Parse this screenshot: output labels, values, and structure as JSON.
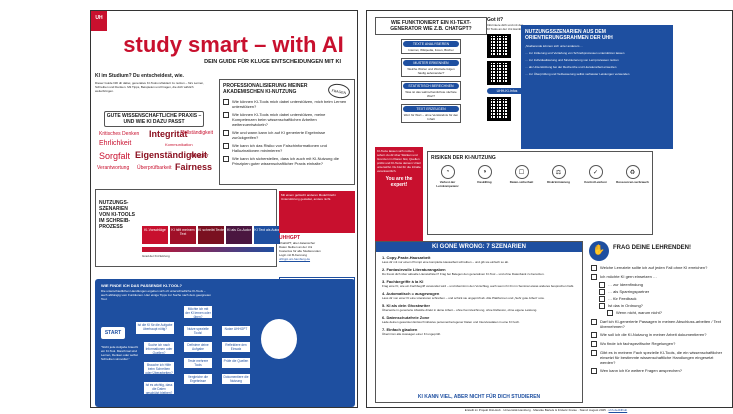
{
  "header": {
    "logo": "UH",
    "title": "study smart – with AI",
    "subtitle": "DEIN GUIDE FÜR KLUGE ENTSCHEIDUNGEN MIT KI"
  },
  "intro": {
    "heading": "KI im Studium? Du entscheidest, wie.",
    "text": "Dieser Guide hilft dir dabei, generative KI-Tools reflektiert zu nutzen – fürs Lernen, Schreiben und Denken. Mit Tipps, Beispielen und Fragen, die dich wirklich weiterbringen."
  },
  "practice": {
    "heading": "GUTE WISSENSCHAFTLICHE PRAXIS – UND WIE KI DAZU PASST",
    "words": [
      "Kritisches Denken",
      "Integrität",
      "Vollständigkeit",
      "Ehrlichkeit",
      "Kommunikation",
      "Sorgfalt",
      "Eigenständigkeit",
      "Neugier",
      "Verantwortung",
      "Überprüfbarkeit",
      "Fairness"
    ]
  },
  "selfcheck": {
    "heading": "PROFESSIONALISIERUNG MEINER AKADEMISCHEN KI-NUTZUNG",
    "badge": "FRAGEN",
    "items": [
      "Wie können KI-Tools mich dabei unterstützen, mich beim Lernen unterstützen?",
      "Wie können KI-Tools mich dabei unterstützen, meine Kompetenzen beim wissenschaftlichen Arbeiten weiterzuentwickeln?",
      "Wie und wann kann ich auf KI generierte Ergebnisse zurückgreifen?",
      "Wie kann ich das Risiko von Falschinformationen und Halluzinationen minimieren?",
      "Wie kann ich sicherstellen, dass ich auch mit KI-Nutzung die Prinzipien guter wissenschaftlicher Praxis einhalte?"
    ]
  },
  "process": {
    "heading": "NUTZUNGS-SZENARIEN VON KI-TOOLS IM SCHREIB-PROZESS",
    "steps": [
      "KI-Vorschläge",
      "KI hilft meinem Text",
      "KI schreibt Texte",
      "KI als Co-Autor",
      "KI Text als Autor"
    ],
    "arrow": "Grad der KI-Nutzung"
  },
  "howto": {
    "heading": "WIE FUNKTIONIERT EIN KI-TEXT-GENERATOR WIE Z.B. CHATGPT?",
    "steps": [
      {
        "title": "TEXTE ANALYSIEREN",
        "text": "Internet, Wikipedia, Foren, Bücher"
      },
      {
        "title": "MUSTER ERKENNEN",
        "text": "Welche Wörter und Wortteile folgen häufig aufeinander?"
      },
      {
        "title": "STATISTISCH BERECHNEN",
        "text": "Was ist das wahrscheinlichste nächste Wort?"
      },
      {
        "title": "TEXT ERZEUGEN",
        "text": "Wort für Wort – ohne Verständnis für den Inhalt"
      }
    ],
    "got_it": "Got it?",
    "got_it_text": "Informiere dich und mit den KI Tools an der Uni Hamburg!",
    "qr_label": "UHH-KI-Infos"
  },
  "warning_note": {
    "text": "KI-Texte lassen sich nutzen, sofern du dir über Stärken und Grenzen im Klaren bist, Quellen prüfst und KI-Texte deinem Urteil unterwirfst. Du bist für die Inhalte verantwortlich.",
    "emph": "You are the expert!"
  },
  "risks": {
    "heading": "RISIKEN DER KI-NUTZUNG",
    "items": [
      {
        "icon": "◔",
        "name": "Verlust der Lernkompetenz"
      },
      {
        "icon": "◑",
        "name": "Deskilling"
      },
      {
        "icon": "☐",
        "name": "Daten-sicherheit"
      },
      {
        "icon": "⚖",
        "name": "Diskriminierung"
      },
      {
        "icon": "✓",
        "name": "Kontroll-verlust"
      },
      {
        "icon": "♻",
        "name": "Ressourcen-verbrauch"
      }
    ]
  },
  "usecases": {
    "heading": "NUTZUNGSSZENARIEN AUS DEM ORIENTIERUNGSRAHMEN DER UHH",
    "items": [
      "„Studierende können sich unter anderem …",
      "… zur Initiierung und Vertiefung von Schreibprozessen unterstützen lassen",
      "… zur Individualisierung und Strukturierung von Lernprozessen nutzen",
      "… als Unterstützung bei der Recherche und Literaturarbeit einsetzen",
      "… zur Überprüfung und Verbesserung selbst verfasster Leistungen verwenden"
    ],
    "more": "Mit einem gelöscht anderen Modell bleibt Unterstützung gestattet, andere nicht."
  },
  "legal": {
    "heading": "UHHGPT",
    "items": [
      "ChatGPT, aber datensicher",
      "Daten bleiben an der Uni",
      "Kostenlos für alle Studierenden",
      "Login mit B-Kennung"
    ],
    "link": "uhhgpt.uni-hamburg.de"
  },
  "tools_box": {
    "heading": "KI-Tools",
    "text": "Prüfe, welches Tool für dich passt."
  },
  "finder": {
    "heading": "WIE FINDE ICH DAS PASSENDE KI-TOOL?",
    "intro": "Die unterschiedlichen Handlungen ergeben sich oft unterschiedliche KI-Tools – auch abhängig vom Funktionen. Hier einige Tipps zur Suche nach dem geeigneten Tool.",
    "start": "START",
    "quote": "\"Nicht jede Aufgabe braucht ein KI-Tool. Manchmal sind Lernen, Denken oder selbst Schreiben sinnvoller.\"",
    "nodes": [
      "Ist die KI für die Aufgabe überhaupt nötig?",
      "Suche ich nach Informationen oder Quellen?",
      "Brauche ich Hilfe beim Schreiben oder Überarbeiten?",
      "Ist es wichtig, dass die Daten geschützt bleiben?",
      "Möchte ich mit der KI lernen oder üben?",
      "Nutze spezielle Tools!",
      "Definiere deine Aufgabe",
      "Teste mehrere Tools",
      "Vergleiche die Ergebnisse",
      "Nutze UHHGPT",
      "Reflektiere den Einsatz",
      "Prüfe die Quellen",
      "Dokumentiere die Nutzung"
    ]
  },
  "scenarios": {
    "heading": "KI GONE WRONG: 7 SZENARIEN",
    "items": [
      {
        "t": "1. Copy-Paste-Hausarbeit",
        "d": "Lass dir mit nur einem Prompt eine komplette Hausarbeit schreiben – und gib sie einfach so ab."
      },
      {
        "t": "2. Fantasievolle Literaturangaben",
        "d": "Du freust dich über aktuelle Literaturlisten? Frag bei Belegen den generativen KI-Tool – und ohne Datenbank zu benutzen."
      },
      {
        "t": "3. Fachbegriffe à la KI",
        "d": "Frag eine KI, wie ein Fachbegriff verwendet wird – und übernimm den Vorschlag, auch wenn ihr ihn im Seminar etwas anderes besprochen habt."
      },
      {
        "t": "4. Automatisch = ausgewogen",
        "d": "Lass dir von einer KI eine Literaturen schreiben – und schick sie ungeprüft ab. Alle Plattformen und „Sehr gute Arbeit“ usw."
      },
      {
        "t": "5. KI als dein Ghostwriter",
        "d": "Übersetze in generierte Absätze direkt in deine Arbeit – ohne Kennzeichnung, ohne Reflexion, ohne eigene Leistung."
      },
      {
        "t": "6. Datenschutzfreie Zone",
        "d": "Lade deinen gesamten Entwurf inklusive personenbezogener Daten und Interviewdaten in eine KI hoch."
      },
      {
        "t": "7. Einfach glauben",
        "d": "Übernimm alle Aussagen einer KI ungeprüft."
      }
    ],
    "footer": "KI KANN VIEL, ABER NICHT FÜR DICH STUDIEREN"
  },
  "questions": {
    "heading": "FRAG DEINE LEHRENDEN!",
    "items": [
      "Welche Lernziele sollte ich auf jeden Fall ohne KI erreichen?",
      "Ich möchte KI gern einsetzen …",
      "… zur Ideenfindung",
      "… als Sparringspartner",
      "… für Feedback",
      "Ist das in Ordnung?",
      "Wenn nicht, warum nicht?",
      "Darf ich KI-generierte Passagen in meinen Abschluss-arbeiten / Text übernehmen?",
      "Wie soll ich die KI-Nutzung in meiner Arbeit dokumentieren?",
      "Wo finde ich fachspezifische Regelungen?",
      "Gibt es in meinem Fach spezielle KI-Tools, die ein wissenschaftlicher einsetzt für bestimmte wissenschaftliche Handlungen eingesetzt werden?",
      "Wen kann ich für weitere Fragen ansprechen?"
    ]
  },
  "footer": {
    "text": "Erstellt im Projekt DiLLHub · Universität Hamburg · Mareike Bartels & Frideric Freise · Stand: August 2025 ·",
    "link": "uhh.de/dillhub"
  },
  "colors": {
    "accent_red": "#c8102e",
    "accent_blue": "#1e4fa0",
    "dark_red": "#7a1020"
  }
}
